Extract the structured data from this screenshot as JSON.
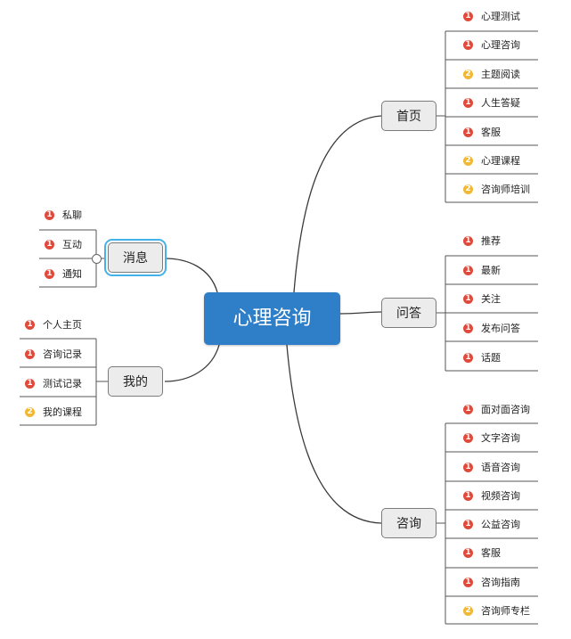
{
  "root": {
    "label": "心理咨询"
  },
  "colors": {
    "root_fill": "#2f7ec8",
    "priority_1": "#e04a3b",
    "priority_2": "#f1b735",
    "selection": "#44b2e8"
  },
  "branches": {
    "home": {
      "label": "首页",
      "items": [
        {
          "label": "心理测试",
          "priority": 1
        },
        {
          "label": "心理咨询",
          "priority": 1
        },
        {
          "label": "主题阅读",
          "priority": 2
        },
        {
          "label": "人生答疑",
          "priority": 1
        },
        {
          "label": "客服",
          "priority": 1
        },
        {
          "label": "心理课程",
          "priority": 2
        },
        {
          "label": "咨询师培训",
          "priority": 2
        }
      ]
    },
    "qa": {
      "label": "问答",
      "items": [
        {
          "label": "推荐",
          "priority": 1
        },
        {
          "label": "最新",
          "priority": 1
        },
        {
          "label": "关注",
          "priority": 1
        },
        {
          "label": "发布问答",
          "priority": 1
        },
        {
          "label": "话题",
          "priority": 1
        }
      ]
    },
    "consult": {
      "label": "咨询",
      "items": [
        {
          "label": "面对面咨询",
          "priority": 1
        },
        {
          "label": "文字咨询",
          "priority": 1
        },
        {
          "label": "语音咨询",
          "priority": 1
        },
        {
          "label": "视频咨询",
          "priority": 1
        },
        {
          "label": "公益咨询",
          "priority": 1
        },
        {
          "label": "客服",
          "priority": 1
        },
        {
          "label": "咨询指南",
          "priority": 1
        },
        {
          "label": "咨询师专栏",
          "priority": 2
        }
      ]
    },
    "messages": {
      "label": "消息",
      "selected": true,
      "items": [
        {
          "label": "私聊",
          "priority": 1
        },
        {
          "label": "互动",
          "priority": 1
        },
        {
          "label": "通知",
          "priority": 1
        }
      ]
    },
    "mine": {
      "label": "我的",
      "items": [
        {
          "label": "个人主页",
          "priority": 1
        },
        {
          "label": "咨询记录",
          "priority": 1
        },
        {
          "label": "测试记录",
          "priority": 1
        },
        {
          "label": "我的课程",
          "priority": 2
        }
      ]
    }
  }
}
